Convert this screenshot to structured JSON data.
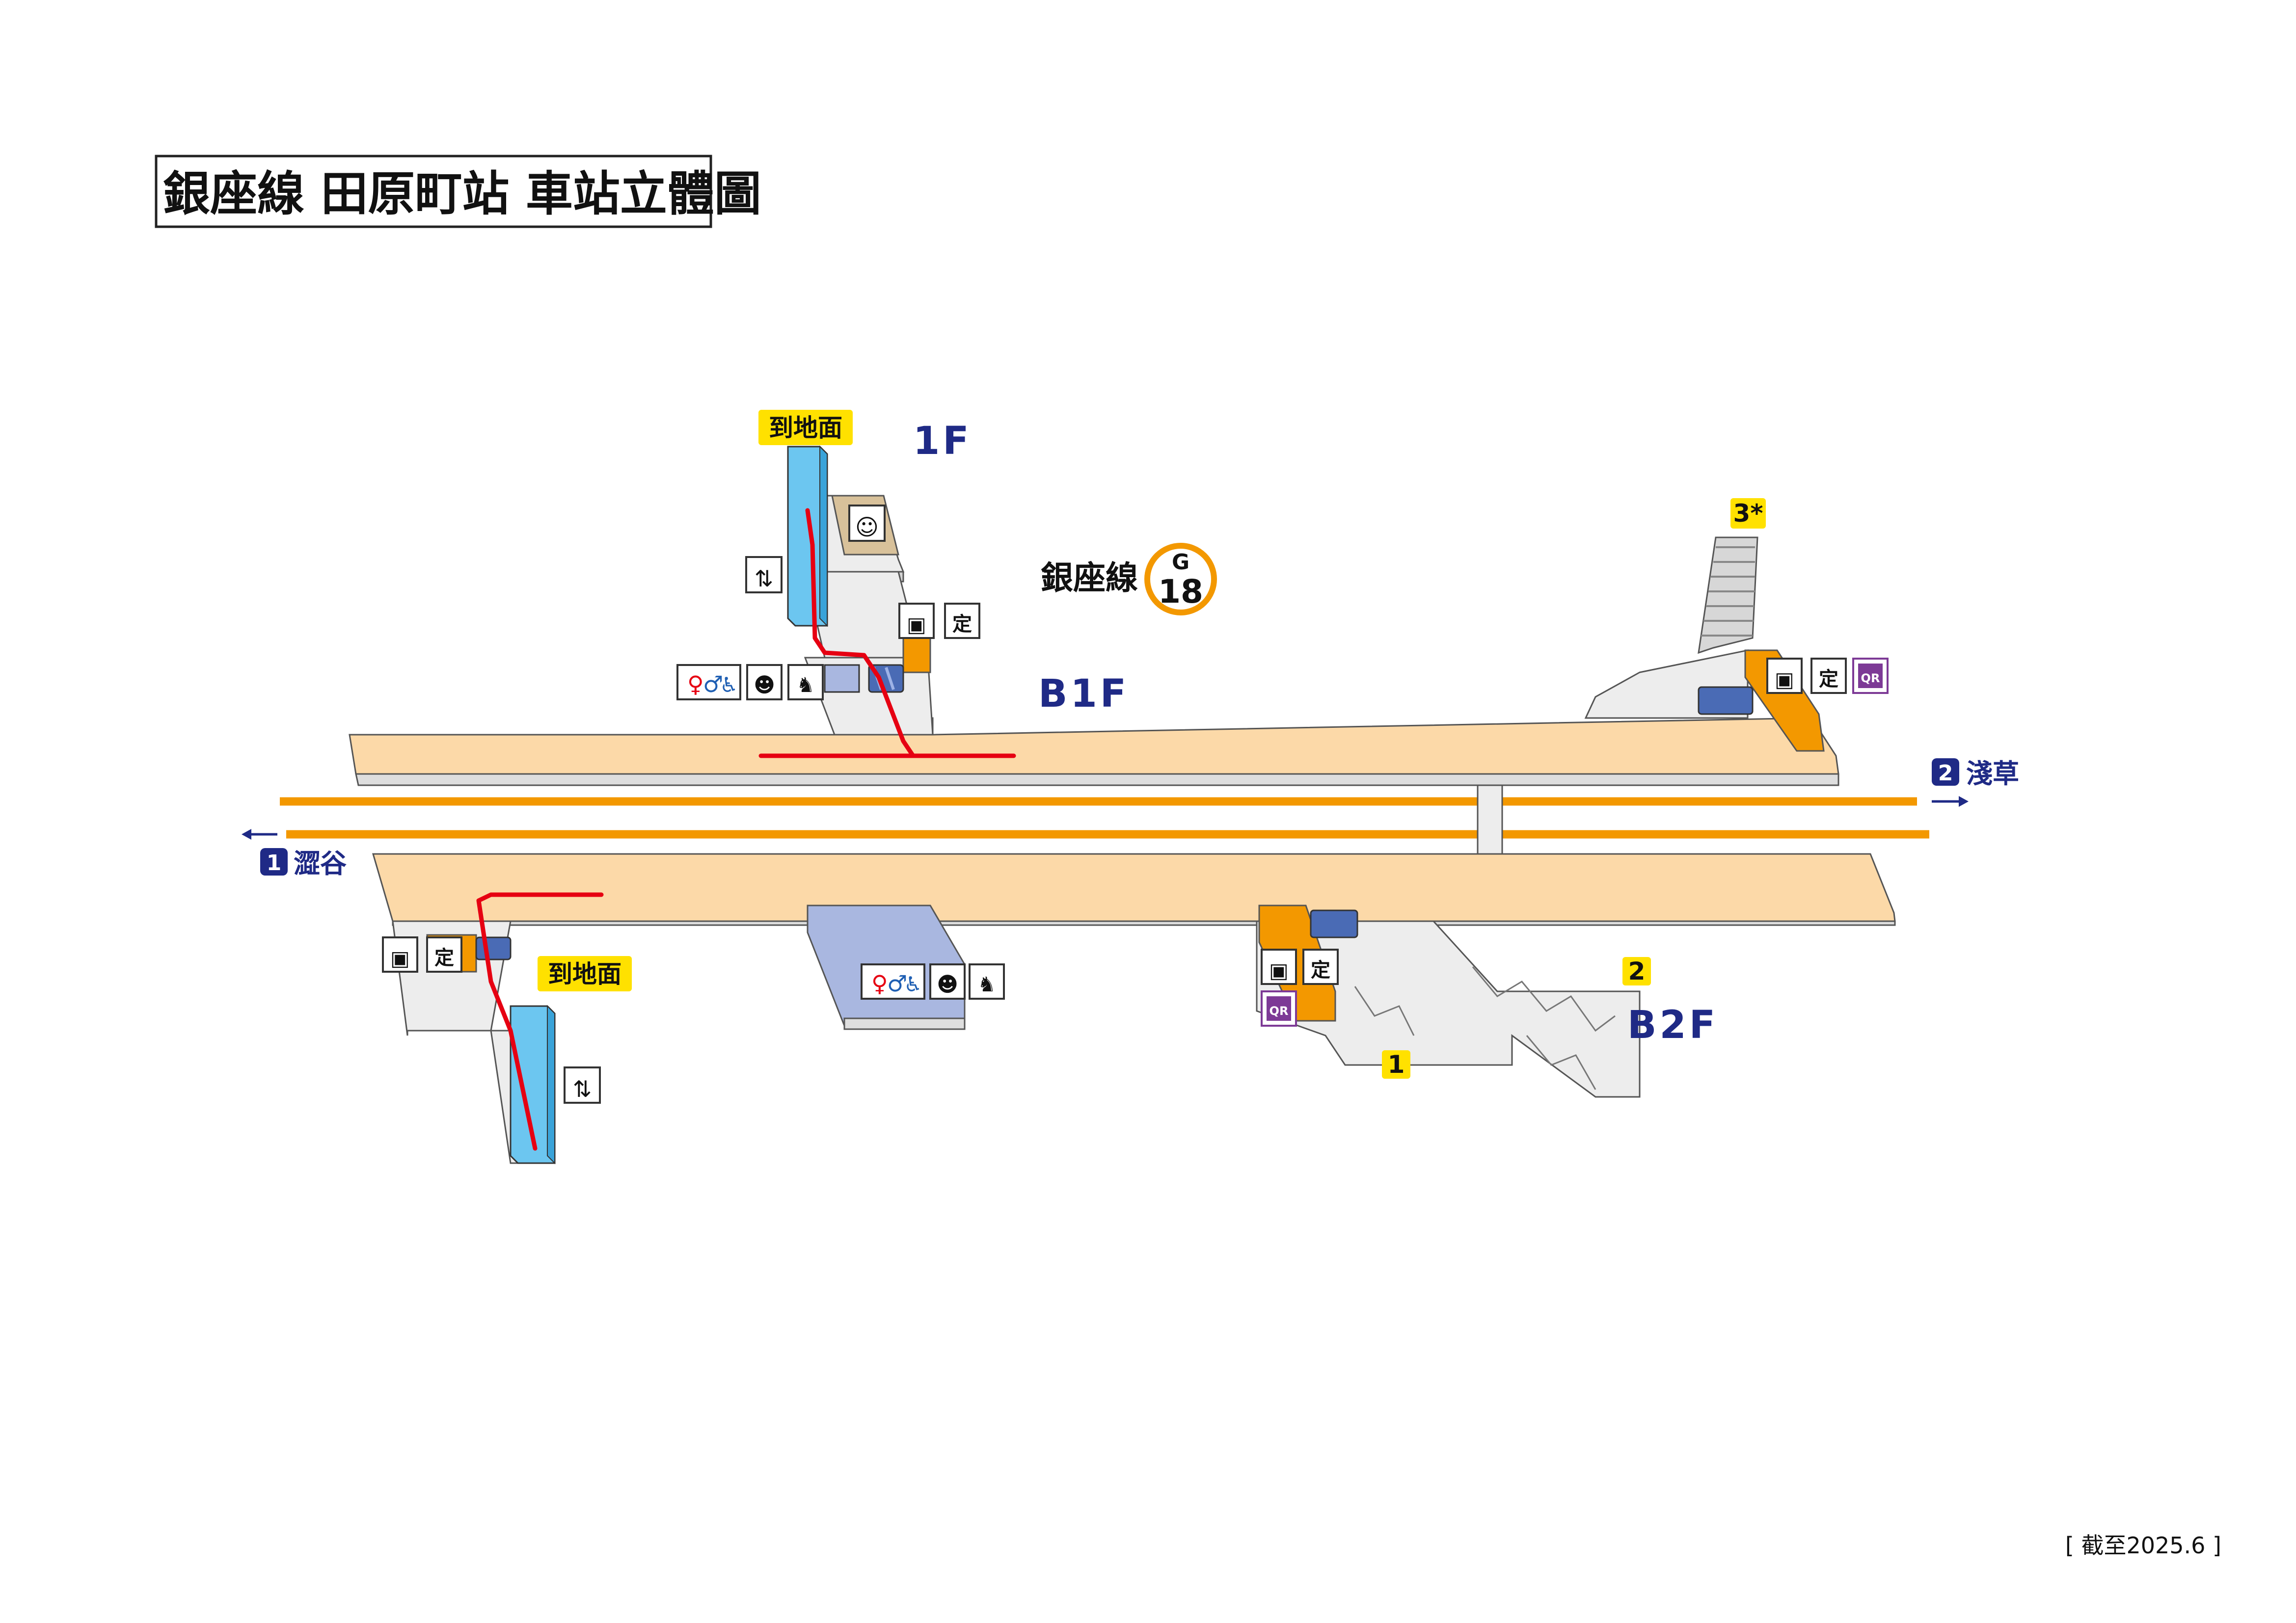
{
  "title": "銀座線 田原町站 車站立體圖",
  "floors": {
    "f1": "1F",
    "b1f": "B1F",
    "b2f": "B2F"
  },
  "line": {
    "name": "銀座線",
    "code_letter": "G",
    "code_number": "18",
    "color": "#f39800"
  },
  "labels": {
    "to_ground_1": "到地面",
    "to_ground_2": "到地面"
  },
  "exits": {
    "exit3": "3*",
    "exit2": "2",
    "exit1": "1"
  },
  "directions": {
    "asakusa": {
      "number": "2",
      "name": "淺草"
    },
    "shibuya": {
      "number": "1",
      "name": "澀谷"
    }
  },
  "icons": {
    "ticket_machine_text": "定",
    "qr_text": "QR"
  },
  "footer": {
    "as_of": "[ 截至2025.6 ]"
  },
  "colors": {
    "concourse": "#fcd9a8",
    "concourse_edge": "#e9c08c",
    "wall": "#ededed",
    "wall_edge": "#555555",
    "elevator": "#6cc6f0",
    "gate": "#f39800",
    "escalator": "#4a6bb5",
    "route": "#e60012",
    "toilet_block": "#a9b7e0",
    "floor_text": "#1f2a86",
    "badge_yellow": "#ffe100",
    "qr_purple": "#7d3a96"
  }
}
